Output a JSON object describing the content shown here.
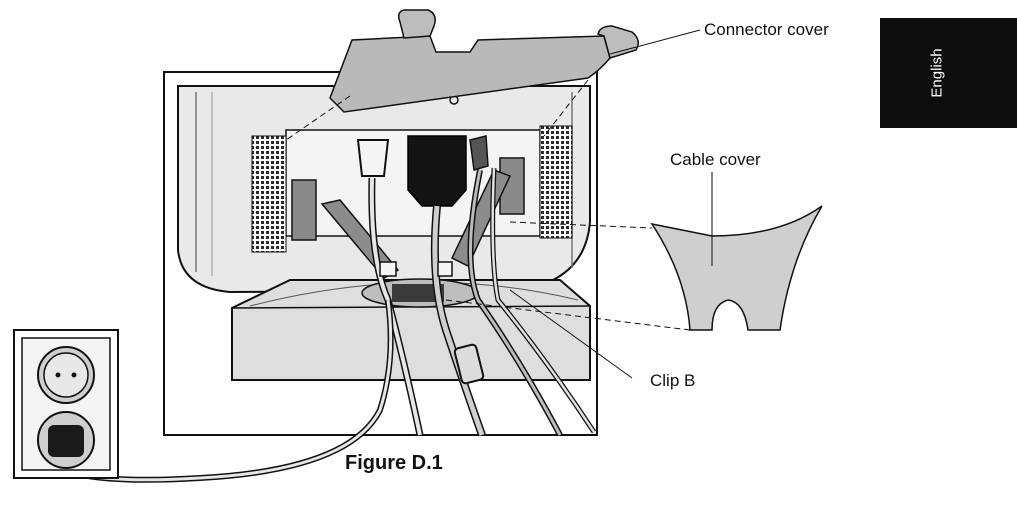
{
  "labels": {
    "connector_cover": "Connector cover",
    "cable_cover": "Cable cover",
    "clip_b": "Clip B"
  },
  "language_tab": "English",
  "caption": "Figure D.1"
}
